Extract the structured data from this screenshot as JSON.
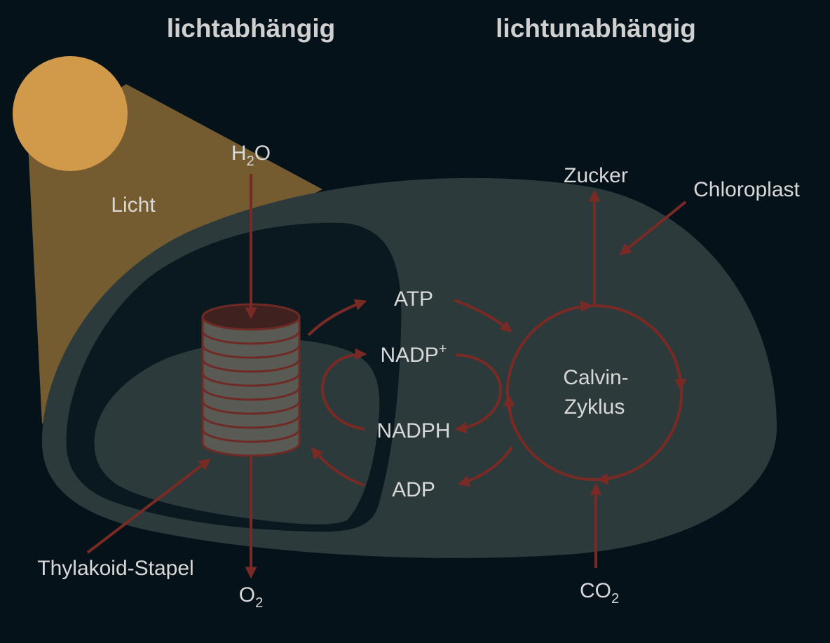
{
  "headings": {
    "left": "lichtabhängig",
    "right": "lichtunabhängig"
  },
  "labels": {
    "light": "Licht",
    "water_main": "H",
    "water_sub": "2",
    "water_end": "O",
    "oxygen_main": "O",
    "oxygen_sub": "2",
    "atp": "ATP",
    "nadp_main": "NADP",
    "nadp_sup": "+",
    "nadph": "NADPH",
    "adp": "ADP",
    "calvin_line1": "Calvin-",
    "calvin_line2": "Zyklus",
    "sugar": "Zucker",
    "chloroplast": "Chloroplast",
    "co2_main": "CO",
    "co2_sub": "2",
    "thylakoid": "Thylakoid-Stapel"
  },
  "colors": {
    "background": "#06121a",
    "sun": "#d19a4a",
    "light_beam": "#8a6a35",
    "chloroplast": "#2c3a3b",
    "stroma_dark": "#0a1820",
    "thylakoid_fill": "#5a5a55",
    "thylakoid_edge": "#6e2a24",
    "arrow": "#7a2a24",
    "text": "#d8d8d8"
  }
}
